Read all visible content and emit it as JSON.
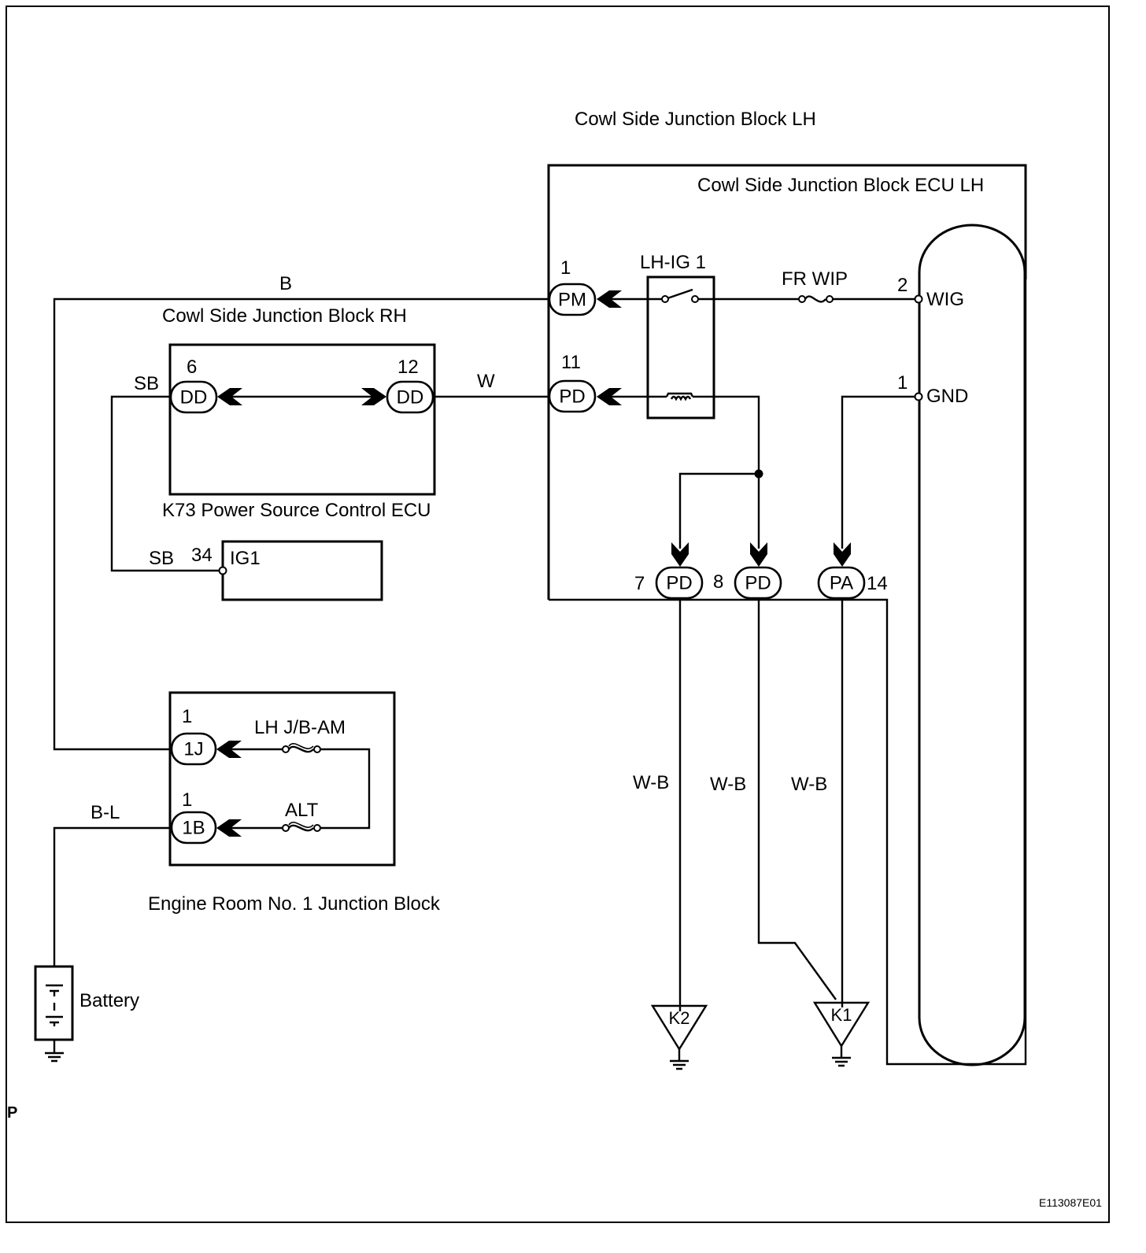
{
  "blocks": {
    "cowl_lh": "Cowl Side Junction Block LH",
    "cowl_lh_ecu": "Cowl Side Junction Block  ECU LH",
    "cowl_rh": "Cowl Side Junction Block RH",
    "k73": "K73 Power Source Control ECU",
    "engine_room": "Engine Room No. 1 Junction Block",
    "battery": "Battery"
  },
  "wires": {
    "b": "B",
    "sb_top": "SB",
    "sb_bottom": "SB",
    "w": "W",
    "bl": "B-L",
    "wb1": "W-B",
    "wb2": "W-B",
    "wb3": "W-B"
  },
  "relay": {
    "label": "LH-IG 1"
  },
  "fuses": {
    "fr_wip": "FR WIP",
    "lh_jb_am": "LH J/B-AM",
    "alt": "ALT"
  },
  "connectors": {
    "pm": {
      "code": "PM",
      "pin": "1"
    },
    "pd_top": {
      "code": "PD",
      "pin": "11"
    },
    "dd_left": {
      "code": "DD",
      "pin": "6"
    },
    "dd_right": {
      "code": "DD",
      "pin": "12"
    },
    "pd7": {
      "code": "PD",
      "pin": "7"
    },
    "pd8": {
      "code": "PD",
      "pin": "8"
    },
    "pa14": {
      "code": "PA",
      "pin": "14"
    },
    "j1": {
      "code": "1J",
      "pin": "1"
    },
    "b1": {
      "code": "1B",
      "pin": "1"
    }
  },
  "terminals": {
    "wig": {
      "name": "WIG",
      "pin": "2"
    },
    "gnd": {
      "name": "GND",
      "pin": "1"
    },
    "ig1": {
      "name": "IG1",
      "pin": "34"
    }
  },
  "grounds": {
    "k2": "K2",
    "k1": "K1"
  },
  "corner_p": "P",
  "figure_id": "E113087E01"
}
